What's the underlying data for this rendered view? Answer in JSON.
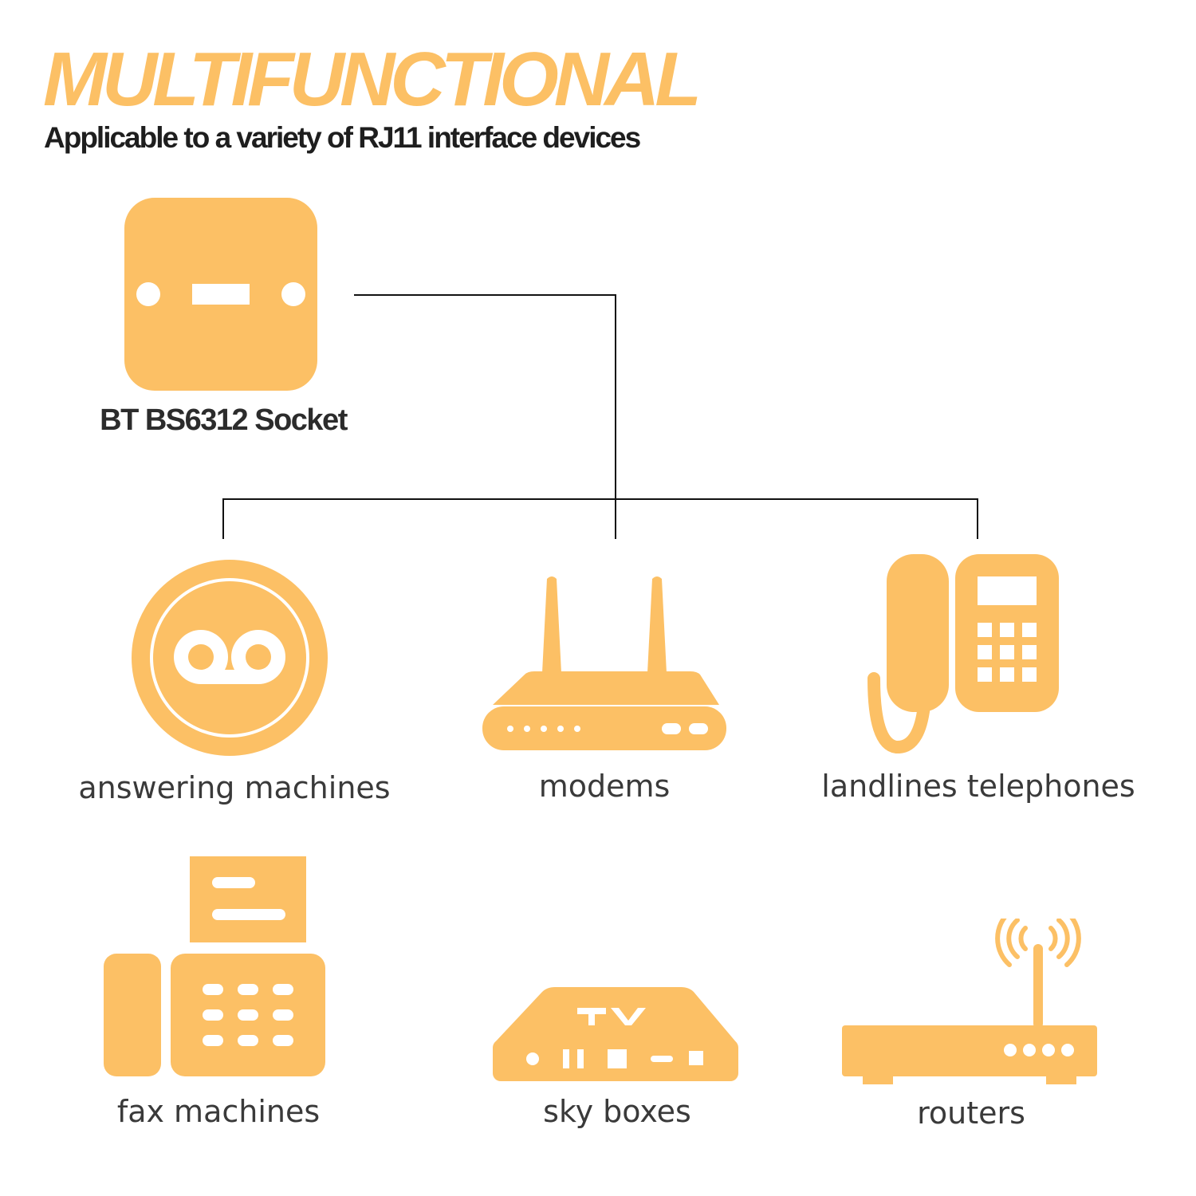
{
  "header": {
    "title": "MULTIFUNCTIONAL",
    "subtitle": "Applicable to a variety of RJ11 interface devices"
  },
  "source": {
    "label": "BT BS6312 Socket",
    "icon": "wall-socket-icon"
  },
  "devices": [
    {
      "label": "answering machines",
      "icon": "voicemail-icon"
    },
    {
      "label": "modems",
      "icon": "modem-icon"
    },
    {
      "label": "landlines telephones",
      "icon": "desk-telephone-icon"
    },
    {
      "label": "fax machines",
      "icon": "fax-machine-icon"
    },
    {
      "label": "sky boxes",
      "icon": "tv-box-icon"
    },
    {
      "label": "routers",
      "icon": "wifi-router-icon"
    }
  ],
  "colors": {
    "accent": "#FCC065",
    "text": "#333333",
    "line": "#111111"
  }
}
